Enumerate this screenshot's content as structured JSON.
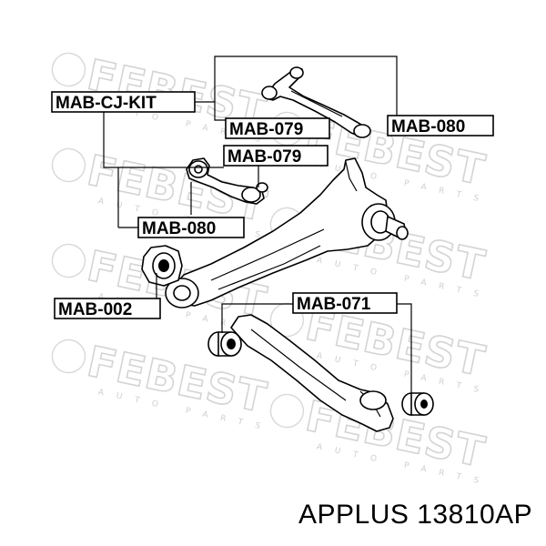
{
  "watermark": {
    "brand": "FEBEST",
    "sub": "AUTO PARTS"
  },
  "labels": {
    "kit": "MAB-CJ-KIT",
    "upper_079": "MAB-079",
    "upper_080": "MAB-080",
    "lower_079": "MAB-079",
    "lower_080": "MAB-080",
    "bushing_002": "MAB-002",
    "bushing_071": "MAB-071"
  },
  "footer": {
    "brand": "APPLUS",
    "part_number": "13810AP"
  }
}
